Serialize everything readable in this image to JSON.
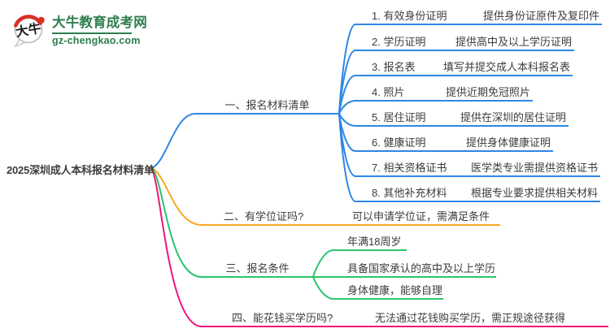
{
  "logo": {
    "icon_text": "大牛",
    "site_name": "大牛教育成考网",
    "site_url": "gz-chengkao.com",
    "brand_green": "#2E7D4F",
    "brand_red": "#D93025"
  },
  "root": {
    "label": "2025深圳成人本科报名材料清单"
  },
  "colors": {
    "branch1": "#2E87E4",
    "branch2": "#F7A81F",
    "branch3": "#2CC56E",
    "branch4": "#F0167B",
    "text": "#3C3C3C"
  },
  "branches": [
    {
      "label": "一、报名材料清单",
      "items": [
        {
          "title": "1. 有效身份证明",
          "desc": "提供身份证原件及复印件"
        },
        {
          "title": "2. 学历证明",
          "desc": "提供高中及以上学历证明"
        },
        {
          "title": "3. 报名表",
          "desc": "填写并提交成人本科报名表"
        },
        {
          "title": "4. 照片",
          "desc": "提供近期免冠照片"
        },
        {
          "title": "5. 居住证明",
          "desc": "提供在深圳的居住证明"
        },
        {
          "title": "6. 健康证明",
          "desc": "提供身体健康证明"
        },
        {
          "title": "7. 相关资格证书",
          "desc": "医学类专业需提供资格证书"
        },
        {
          "title": "8. 其他补充材料",
          "desc": "根据专业要求提供相关材料"
        }
      ]
    },
    {
      "label": "二、有学位证吗?",
      "items": [
        {
          "desc": "可以申请学位证，需满足条件"
        }
      ]
    },
    {
      "label": "三、报名条件",
      "items": [
        {
          "desc": "年满18周岁"
        },
        {
          "desc": "具备国家承认的高中及以上学历"
        },
        {
          "desc": "身体健康，能够自理"
        }
      ]
    },
    {
      "label": "四、能花钱买学历吗?",
      "items": [
        {
          "desc": "无法通过花钱购买学历，需正规途径获得"
        }
      ]
    }
  ]
}
